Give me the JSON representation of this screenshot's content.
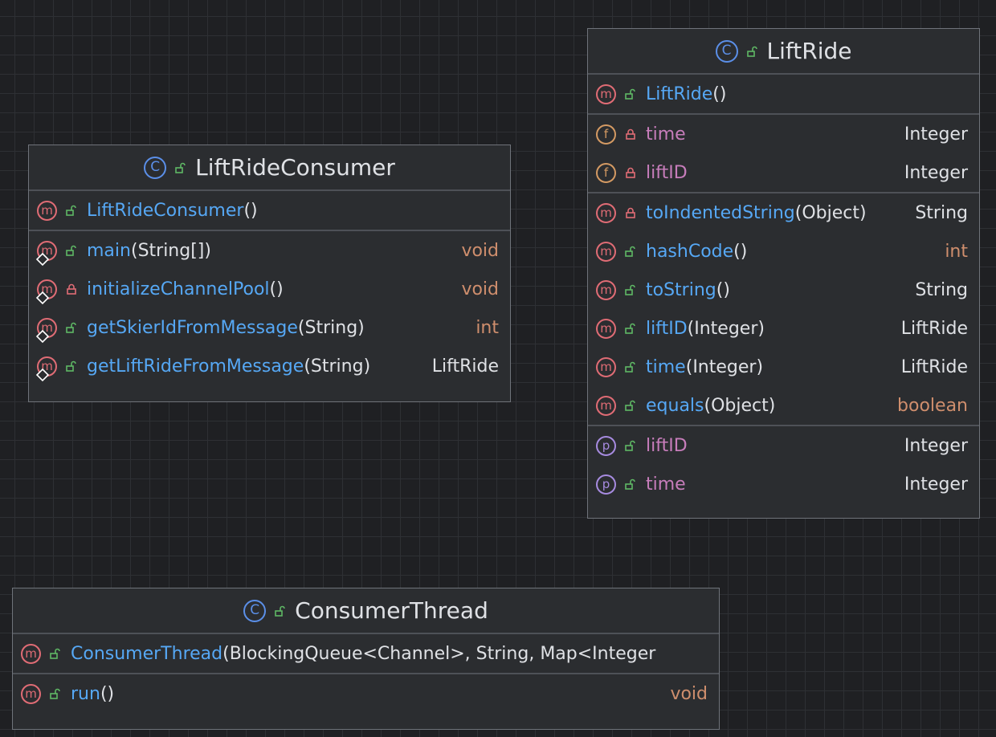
{
  "classes": {
    "consumer": {
      "name": "LiftRideConsumer",
      "constructors": [
        {
          "name": "LiftRideConsumer",
          "open": "(",
          "params": "",
          "close": ")",
          "type": ""
        }
      ],
      "methods": [
        {
          "name": "main",
          "open": "(",
          "params": "String[]",
          "close": ")",
          "type": "void"
        },
        {
          "name": "initializeChannelPool",
          "open": "(",
          "params": "",
          "close": ")",
          "type": "void"
        },
        {
          "name": "getSkierIdFromMessage",
          "open": "(",
          "params": "String",
          "close": ")",
          "type": "int"
        },
        {
          "name": "getLiftRideFromMessage",
          "open": "(",
          "params": "String",
          "close": ")",
          "type": "LiftRide"
        }
      ]
    },
    "liftride": {
      "name": "LiftRide",
      "constructors": [
        {
          "name": "LiftRide",
          "open": "(",
          "params": "",
          "close": ")",
          "type": ""
        }
      ],
      "fields": [
        {
          "name": "time",
          "type": "Integer"
        },
        {
          "name": "liftID",
          "type": "Integer"
        }
      ],
      "methods": [
        {
          "name": "toIndentedString",
          "open": "(",
          "params": "Object",
          "close": ")",
          "type": "String"
        },
        {
          "name": "hashCode",
          "open": "(",
          "params": "",
          "close": ")",
          "type": "int"
        },
        {
          "name": "toString",
          "open": "(",
          "params": "",
          "close": ")",
          "type": "String"
        },
        {
          "name": "liftID",
          "open": "(",
          "params": "Integer",
          "close": ")",
          "type": "LiftRide"
        },
        {
          "name": "time",
          "open": "(",
          "params": "Integer",
          "close": ")",
          "type": "LiftRide"
        },
        {
          "name": "equals",
          "open": "(",
          "params": "Object",
          "close": ")",
          "type": "boolean"
        }
      ],
      "properties": [
        {
          "name": "liftID",
          "type": "Integer"
        },
        {
          "name": "time",
          "type": "Integer"
        }
      ]
    },
    "thread": {
      "name": "ConsumerThread",
      "constructors": [
        {
          "name": "ConsumerThread",
          "open": "(",
          "params": "BlockingQueue<Channel>, String, Map<Integer",
          "close": "",
          "type": ""
        }
      ],
      "methods": [
        {
          "name": "run",
          "open": "(",
          "params": "",
          "close": ")",
          "type": "void"
        }
      ]
    }
  },
  "badges": {
    "class": "C",
    "method": "m",
    "field": "f",
    "property": "p"
  },
  "icons": {
    "class_icon": "class-icon",
    "runnable_class_icon": "runnable-class-icon",
    "public_icon": "public-unlock-icon",
    "private_icon": "private-lock-icon",
    "static_icon": "static-diamond-icon"
  },
  "colors": {
    "background": "#1f2023",
    "panel": "#2b2d30",
    "method_name": "#56a8f5",
    "field_name": "#c77dbb",
    "primitive_type": "#cf8e6d",
    "method_badge": "#e06c75",
    "field_badge": "#d49a63",
    "property_badge": "#a78be0",
    "class_badge": "#5b8fe8",
    "public_green": "#5fb865",
    "private_red": "#e06c75"
  }
}
